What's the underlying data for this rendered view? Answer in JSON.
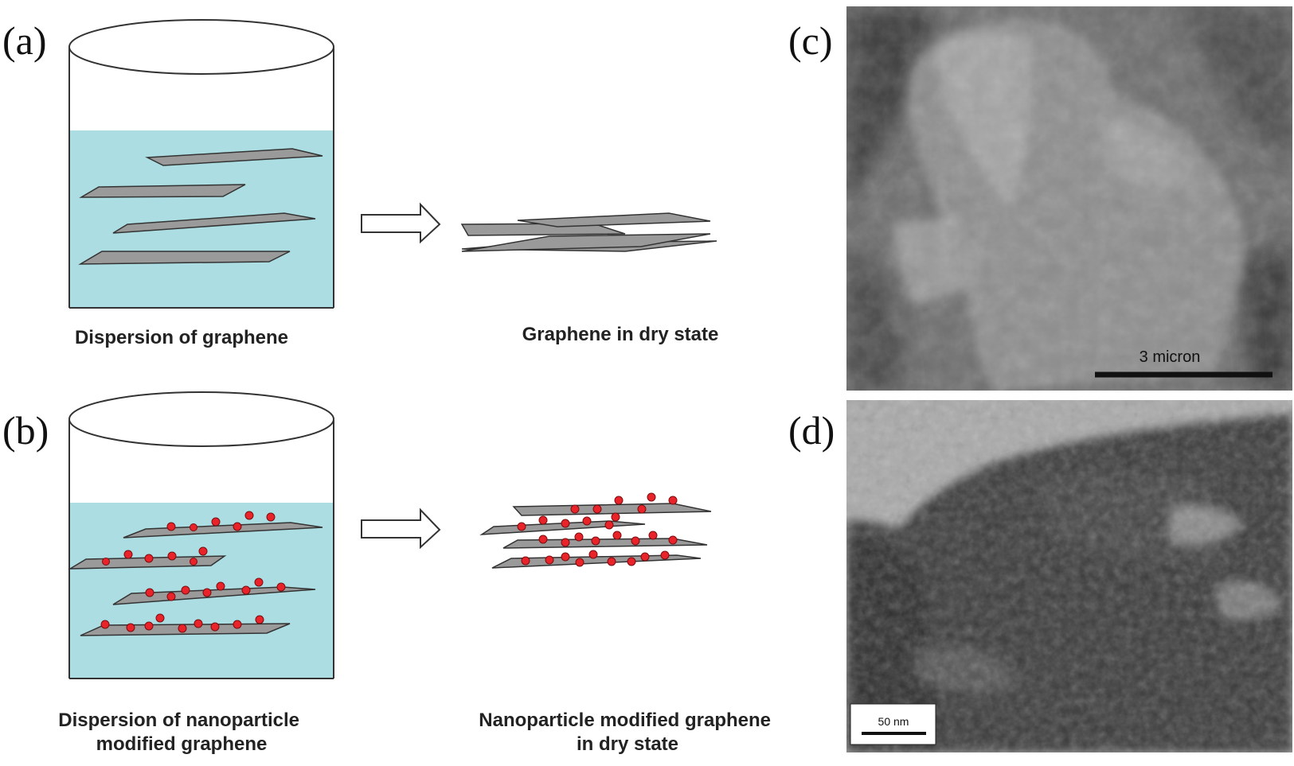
{
  "panels": {
    "a": {
      "label": "(a)",
      "caption_left": "Dispersion of graphene",
      "caption_right": "Graphene in dry state"
    },
    "b": {
      "label": "(b)",
      "caption_left": [
        "Dispersion of nanoparticle",
        "modified graphene"
      ],
      "caption_right": [
        "Nanoparticle modified graphene",
        "in dry state"
      ]
    },
    "c": {
      "label": "(c)",
      "scale_bar": "3 micron"
    },
    "d": {
      "label": "(d)",
      "scale_bar": "50 nm"
    }
  },
  "colors": {
    "liquid": "#abdde2",
    "sheet": "#9a9a9a",
    "sheet_stroke": "#333333",
    "nanoparticle": "#e8242a",
    "sem_bg": "#6e6e6e",
    "tem_bg": "#a9a9a9"
  }
}
